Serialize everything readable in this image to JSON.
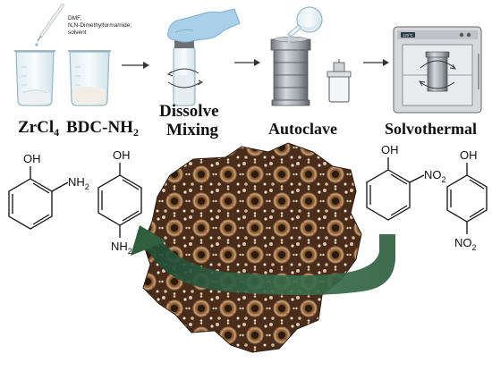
{
  "steps": {
    "zrcl4": {
      "main": "ZrCl",
      "sub": "4"
    },
    "bdc": {
      "main": "BDC-NH",
      "sub": "2"
    },
    "dissolve_line1": "Dissolve",
    "dissolve_line2": "Mixing",
    "autoclave": "Autoclave",
    "solvothermal": "Solvothermal"
  },
  "solvent_note": {
    "line1": "DMF,",
    "line2": "N,N-Dimethylformamide;",
    "line3": "solvent"
  },
  "oven_display": "120°C",
  "molecules": {
    "mol1": {
      "oh": "OH",
      "sub_main": "NH",
      "sub_num": "2"
    },
    "mol2": {
      "oh": "OH",
      "sub_main": "NH",
      "sub_num": "2"
    },
    "mol3": {
      "oh": "OH",
      "sub_main": "NO",
      "sub_num": "2"
    },
    "mol4": {
      "oh": "OH",
      "sub_main": "NO",
      "sub_num": "2"
    }
  },
  "colors": {
    "arrow_green": "#2f5f3f",
    "framework_brown": "#7a4b2a",
    "glove_blue": "#a9cfe9",
    "metal_gray": "#9aa0a6"
  }
}
